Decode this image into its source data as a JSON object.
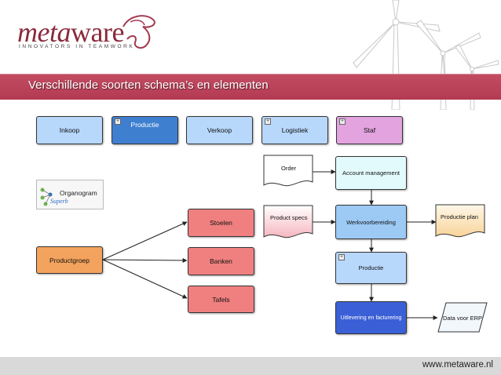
{
  "logo": {
    "wordmark_left": "meta",
    "wordmark_right": "ware",
    "tagline": "INNOVATORS IN TEAMWORK"
  },
  "title": "Verschillende soorten schema’s en elementen",
  "footer": {
    "url": "www.metaware.nl"
  },
  "row_top": {
    "inkoop": "Inkoop",
    "productie": "Productie",
    "verkoop": "Verkoop",
    "logistiek": "Logistiek",
    "staf": "Staf"
  },
  "organogram": {
    "label": "Organogram",
    "sub": "Superb"
  },
  "tree": {
    "root": "Productgroep",
    "children": [
      "Stoelen",
      "Banken",
      "Tafels"
    ]
  },
  "process": {
    "order": "Order",
    "account_management": "Account management",
    "product_specs": "Product specs",
    "werkvoorbereiding": "Werkvoorbereiding",
    "productie_plan": "Productie plan",
    "productie": "Productie",
    "uitlevering": "Uitlevering en facturering",
    "data_erp": "Data voor ERP"
  },
  "colors": {
    "blue_light": "#b7d7fb",
    "blue_dark": "#3f7fd0",
    "purple": "#e2a3df",
    "salmon": "#f08080",
    "orange": "#f3a35d",
    "cyan_light": "#e3fafd",
    "blue_mid": "#9ccaf5",
    "blue_deep": "#3b5fd6",
    "maroon": "#b33a52"
  }
}
